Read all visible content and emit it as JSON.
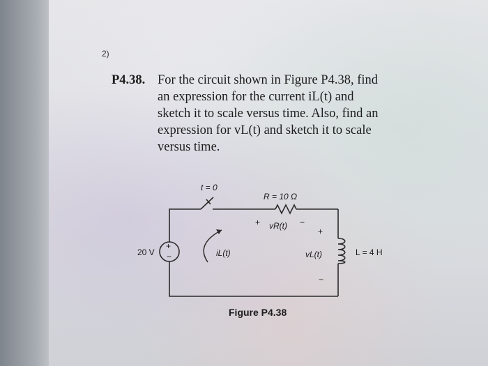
{
  "question_number": "2)",
  "problem": {
    "number": "P4.38.",
    "lines": [
      "For the circuit shown in Figure P4.38, find",
      "an expression for the current iL(t) and",
      "sketch it to scale versus time. Also, find an",
      "expression for vL(t) and sketch it to scale",
      "versus time."
    ]
  },
  "circuit": {
    "switch_label": "t = 0",
    "resistor_label": "R = 10 Ω",
    "resistor_voltage": "vR(t)",
    "source_label": "20 V",
    "current_label": "iL(t)",
    "inductor_voltage": "vL(t)",
    "inductor_label": "L = 4 H",
    "plus": "+",
    "minus": "−",
    "figure_caption": "Figure P4.38"
  }
}
